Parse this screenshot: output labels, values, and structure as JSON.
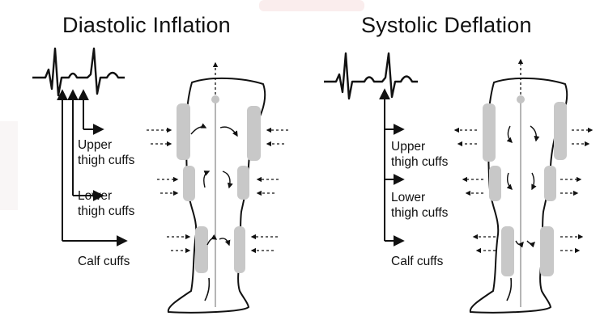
{
  "left_panel": {
    "title": "Diastolic Inflation",
    "upper_label": "Upper\nthigh cuffs",
    "lower_label": "Lower\nthigh cuffs",
    "calf_label": "Calf cuffs"
  },
  "right_panel": {
    "title": "Systolic Deflation",
    "upper_label": "Upper\nthigh cuffs",
    "lower_label": "Lower\nthigh cuffs",
    "calf_label": "Calf cuffs"
  },
  "colors": {
    "cuff": "#c8c8c8",
    "ink": "#111111",
    "centerline": "#b5b5b5",
    "watermark": "#f6dede"
  }
}
